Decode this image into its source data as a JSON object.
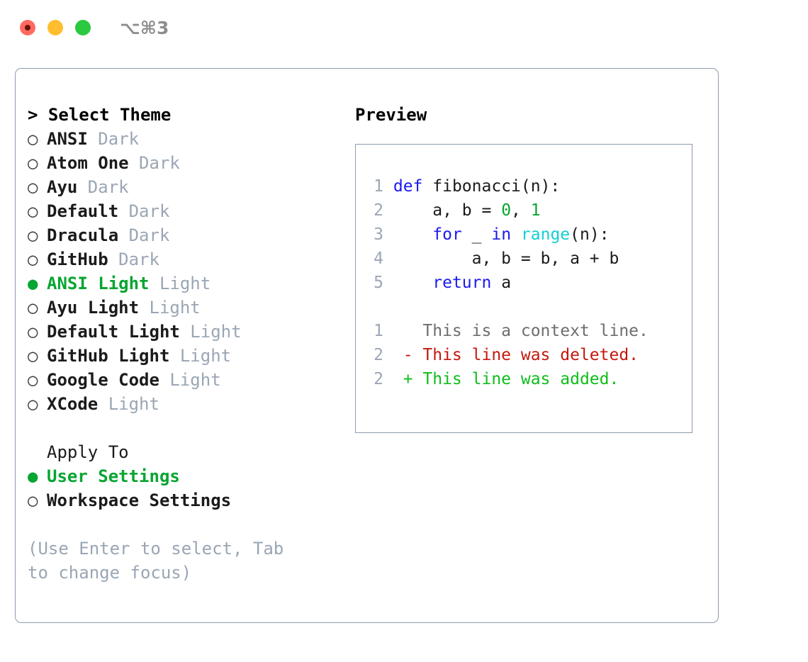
{
  "titlebar": {
    "shortcut": "⌥⌘3",
    "buttons": [
      {
        "name": "close",
        "color": "#ff6a60"
      },
      {
        "name": "minimize",
        "color": "#ffbe2f"
      },
      {
        "name": "maximize",
        "color": "#2ac940"
      }
    ]
  },
  "theme_panel": {
    "header": "> Select Theme",
    "bullet_selected": "●",
    "bullet_unselected": "○",
    "selected_color": "#07a531",
    "suffix_color": "#9aa6b5",
    "options": [
      {
        "name": "ANSI",
        "suffix": "Dark",
        "selected": false
      },
      {
        "name": "Atom One",
        "suffix": "Dark",
        "selected": false
      },
      {
        "name": "Ayu",
        "suffix": "Dark",
        "selected": false
      },
      {
        "name": "Default",
        "suffix": "Dark",
        "selected": false
      },
      {
        "name": "Dracula",
        "suffix": "Dark",
        "selected": false
      },
      {
        "name": "GitHub",
        "suffix": "Dark",
        "selected": false
      },
      {
        "name": "ANSI Light",
        "suffix": "Light",
        "selected": true
      },
      {
        "name": "Ayu Light",
        "suffix": "Light",
        "selected": false
      },
      {
        "name": "Default Light",
        "suffix": "Light",
        "selected": false
      },
      {
        "name": "GitHub Light",
        "suffix": "Light",
        "selected": false
      },
      {
        "name": "Google Code",
        "suffix": "Light",
        "selected": false
      },
      {
        "name": "XCode",
        "suffix": "Light",
        "selected": false
      }
    ]
  },
  "apply_to": {
    "header": "Apply To",
    "options": [
      {
        "name": "User Settings",
        "selected": true
      },
      {
        "name": "Workspace Settings",
        "selected": false
      }
    ]
  },
  "help": {
    "text": "(Use Enter to select, Tab to change focus)"
  },
  "preview": {
    "header": "Preview",
    "code_lines": [
      {
        "lno": "1",
        "tokens": [
          {
            "t": "def",
            "c": "kw"
          },
          {
            "t": " ",
            "c": "plain"
          },
          {
            "t": "fibonacci(n):",
            "c": "plain"
          }
        ]
      },
      {
        "lno": "2",
        "tokens": [
          {
            "t": "    a, b = ",
            "c": "plain"
          },
          {
            "t": "0",
            "c": "num"
          },
          {
            "t": ", ",
            "c": "plain"
          },
          {
            "t": "1",
            "c": "num"
          }
        ]
      },
      {
        "lno": "3",
        "tokens": [
          {
            "t": "    ",
            "c": "plain"
          },
          {
            "t": "for",
            "c": "kw"
          },
          {
            "t": " _ ",
            "c": "plain"
          },
          {
            "t": "in",
            "c": "kw"
          },
          {
            "t": " ",
            "c": "plain"
          },
          {
            "t": "range",
            "c": "fn"
          },
          {
            "t": "(n):",
            "c": "plain"
          }
        ]
      },
      {
        "lno": "4",
        "tokens": [
          {
            "t": "        a, b = b, a + b",
            "c": "plain"
          }
        ]
      },
      {
        "lno": "5",
        "tokens": [
          {
            "t": "    ",
            "c": "plain"
          },
          {
            "t": "return",
            "c": "kw"
          },
          {
            "t": " a",
            "c": "plain"
          }
        ]
      }
    ],
    "diff_lines": [
      {
        "lno": "1",
        "marker": " ",
        "text": " This is a context line.",
        "kind": "ctx"
      },
      {
        "lno": "2",
        "marker": "-",
        "text": " This line was deleted.",
        "kind": "del"
      },
      {
        "lno": "2",
        "marker": "+",
        "text": " This line was added.",
        "kind": "add"
      }
    ],
    "colors": {
      "keyword": "#1a1aee",
      "function": "#12cfd5",
      "number": "#07a531",
      "context": "#6e6e6e",
      "deleted": "#c4190e",
      "added": "#0fbd1c",
      "line_number": "#9aa6b5",
      "border": "#8e9bad"
    }
  }
}
